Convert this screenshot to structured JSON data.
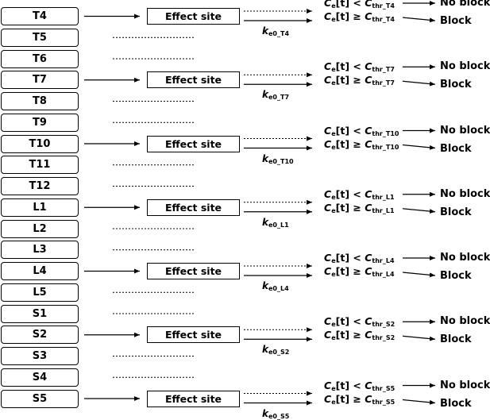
{
  "segments": [
    "T4",
    "T5",
    "T6",
    "T7",
    "T8",
    "T9",
    "T10",
    "T11",
    "T12",
    "L1",
    "L2",
    "L3",
    "L4",
    "L5",
    "S1",
    "S2",
    "S3",
    "S4",
    "S5"
  ],
  "effect_site_label": "Effect site",
  "symbols": {
    "ce": "C",
    "ce_sub": "e",
    "cthr": "C",
    "cthr_sub_prefix": "thr_",
    "t_arg": "[t]",
    "lt": "<",
    "ge": "≥",
    "ke": "k",
    "ke_sub_prefix": "e0_"
  },
  "outcomes": {
    "no_block": "No block",
    "block": "Block"
  },
  "blocks": [
    {
      "segment": "T4",
      "code": "T4"
    },
    {
      "segment": "T7",
      "code": "T7"
    },
    {
      "segment": "T10",
      "code": "T10"
    },
    {
      "segment": "L1",
      "code": "L1"
    },
    {
      "segment": "L4",
      "code": "L4"
    },
    {
      "segment": "S2",
      "code": "S2"
    },
    {
      "segment": "S5",
      "code": "S5"
    }
  ]
}
